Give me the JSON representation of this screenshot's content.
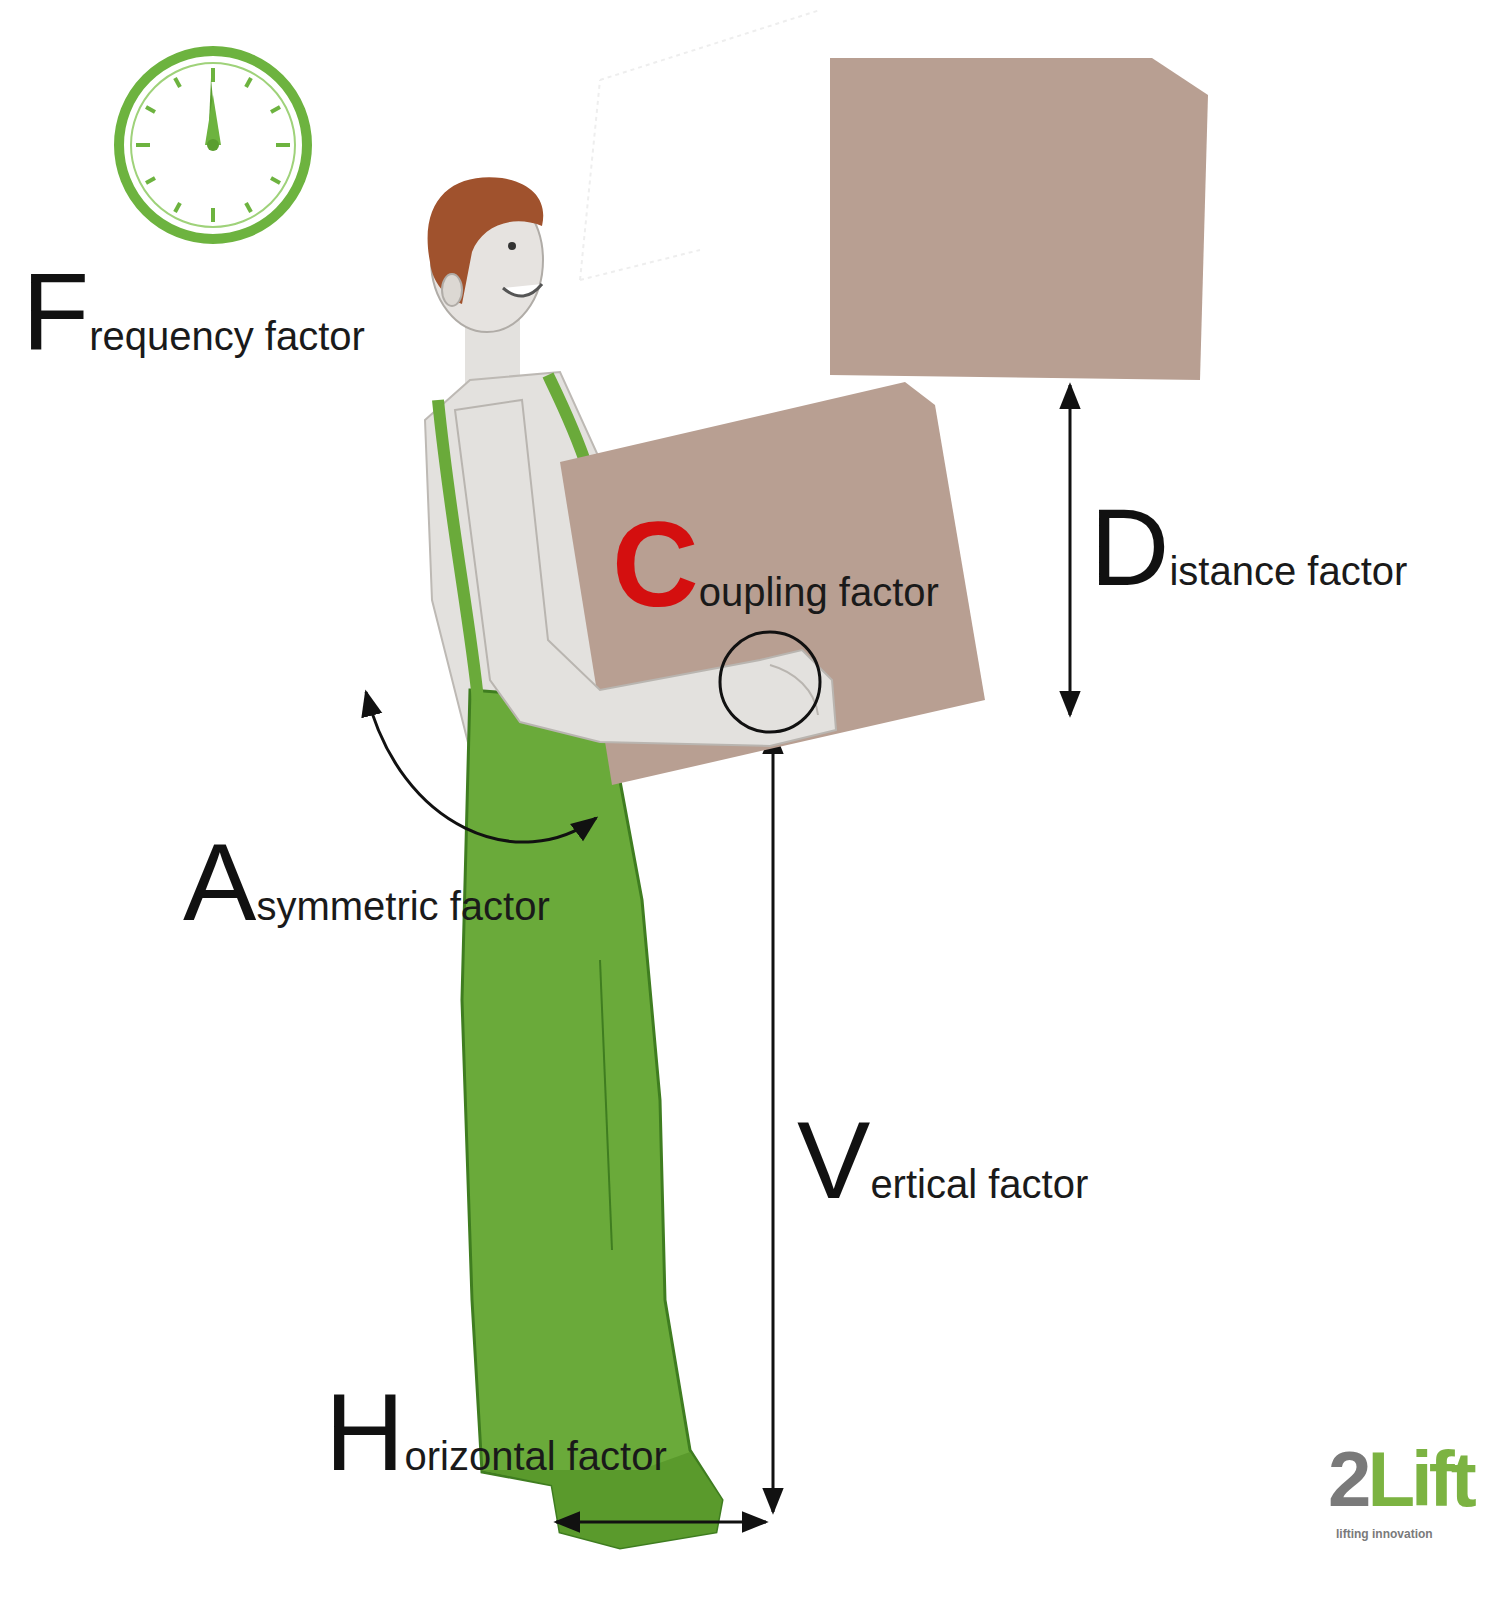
{
  "diagram": {
    "nodes": [
      {
        "text": [
          "Coupling factor"
        ]
      }
    ],
    "labels": [
      "Frequency factor",
      "Distance factor",
      "Asymmetric factor",
      "Vertical factor",
      "Horizontal factor",
      "2Lift",
      "lifting innovation"
    ]
  }
}
